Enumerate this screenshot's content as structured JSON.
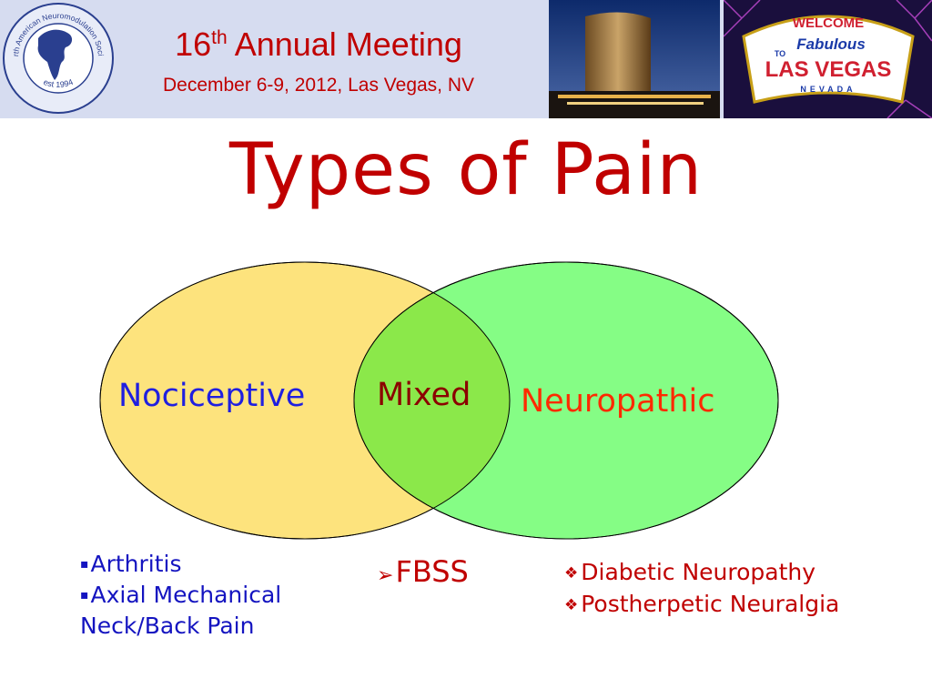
{
  "header": {
    "logo_text_top": "North American Neuromodulation Society",
    "logo_text_bottom": "est 1994",
    "title_num": "16",
    "title_sup": "th",
    "title_rest": " Annual Meeting",
    "subtitle": "December 6-9, 2012, Las Vegas, NV",
    "sign_welcome": "WELCOME",
    "sign_to": "TO",
    "sign_fabulous": "Fabulous",
    "sign_city": "LAS VEGAS",
    "sign_state": "NEVADA"
  },
  "title": "Types of Pain",
  "venn": {
    "left_label": "Nociceptive",
    "center_label": "Mixed",
    "right_label": "Neuropathic",
    "colors": {
      "left_fill": "#fde37d",
      "right_fill": "#85fd85",
      "overlap_fill": "#8be84a"
    }
  },
  "lists": {
    "nociceptive": [
      {
        "bullet": "▪",
        "text": "Arthritis"
      },
      {
        "bullet": "▪",
        "text": "Axial Mechanical"
      },
      {
        "bullet": "",
        "text": "Neck/Back Pain"
      }
    ],
    "mixed": [
      {
        "bullet": "➢",
        "text": "FBSS"
      }
    ],
    "neuropathic": [
      {
        "bullet": "❖",
        "text": "Diabetic Neuropathy"
      },
      {
        "bullet": "❖",
        "text": "Postherpetic Neuralgia"
      }
    ]
  }
}
